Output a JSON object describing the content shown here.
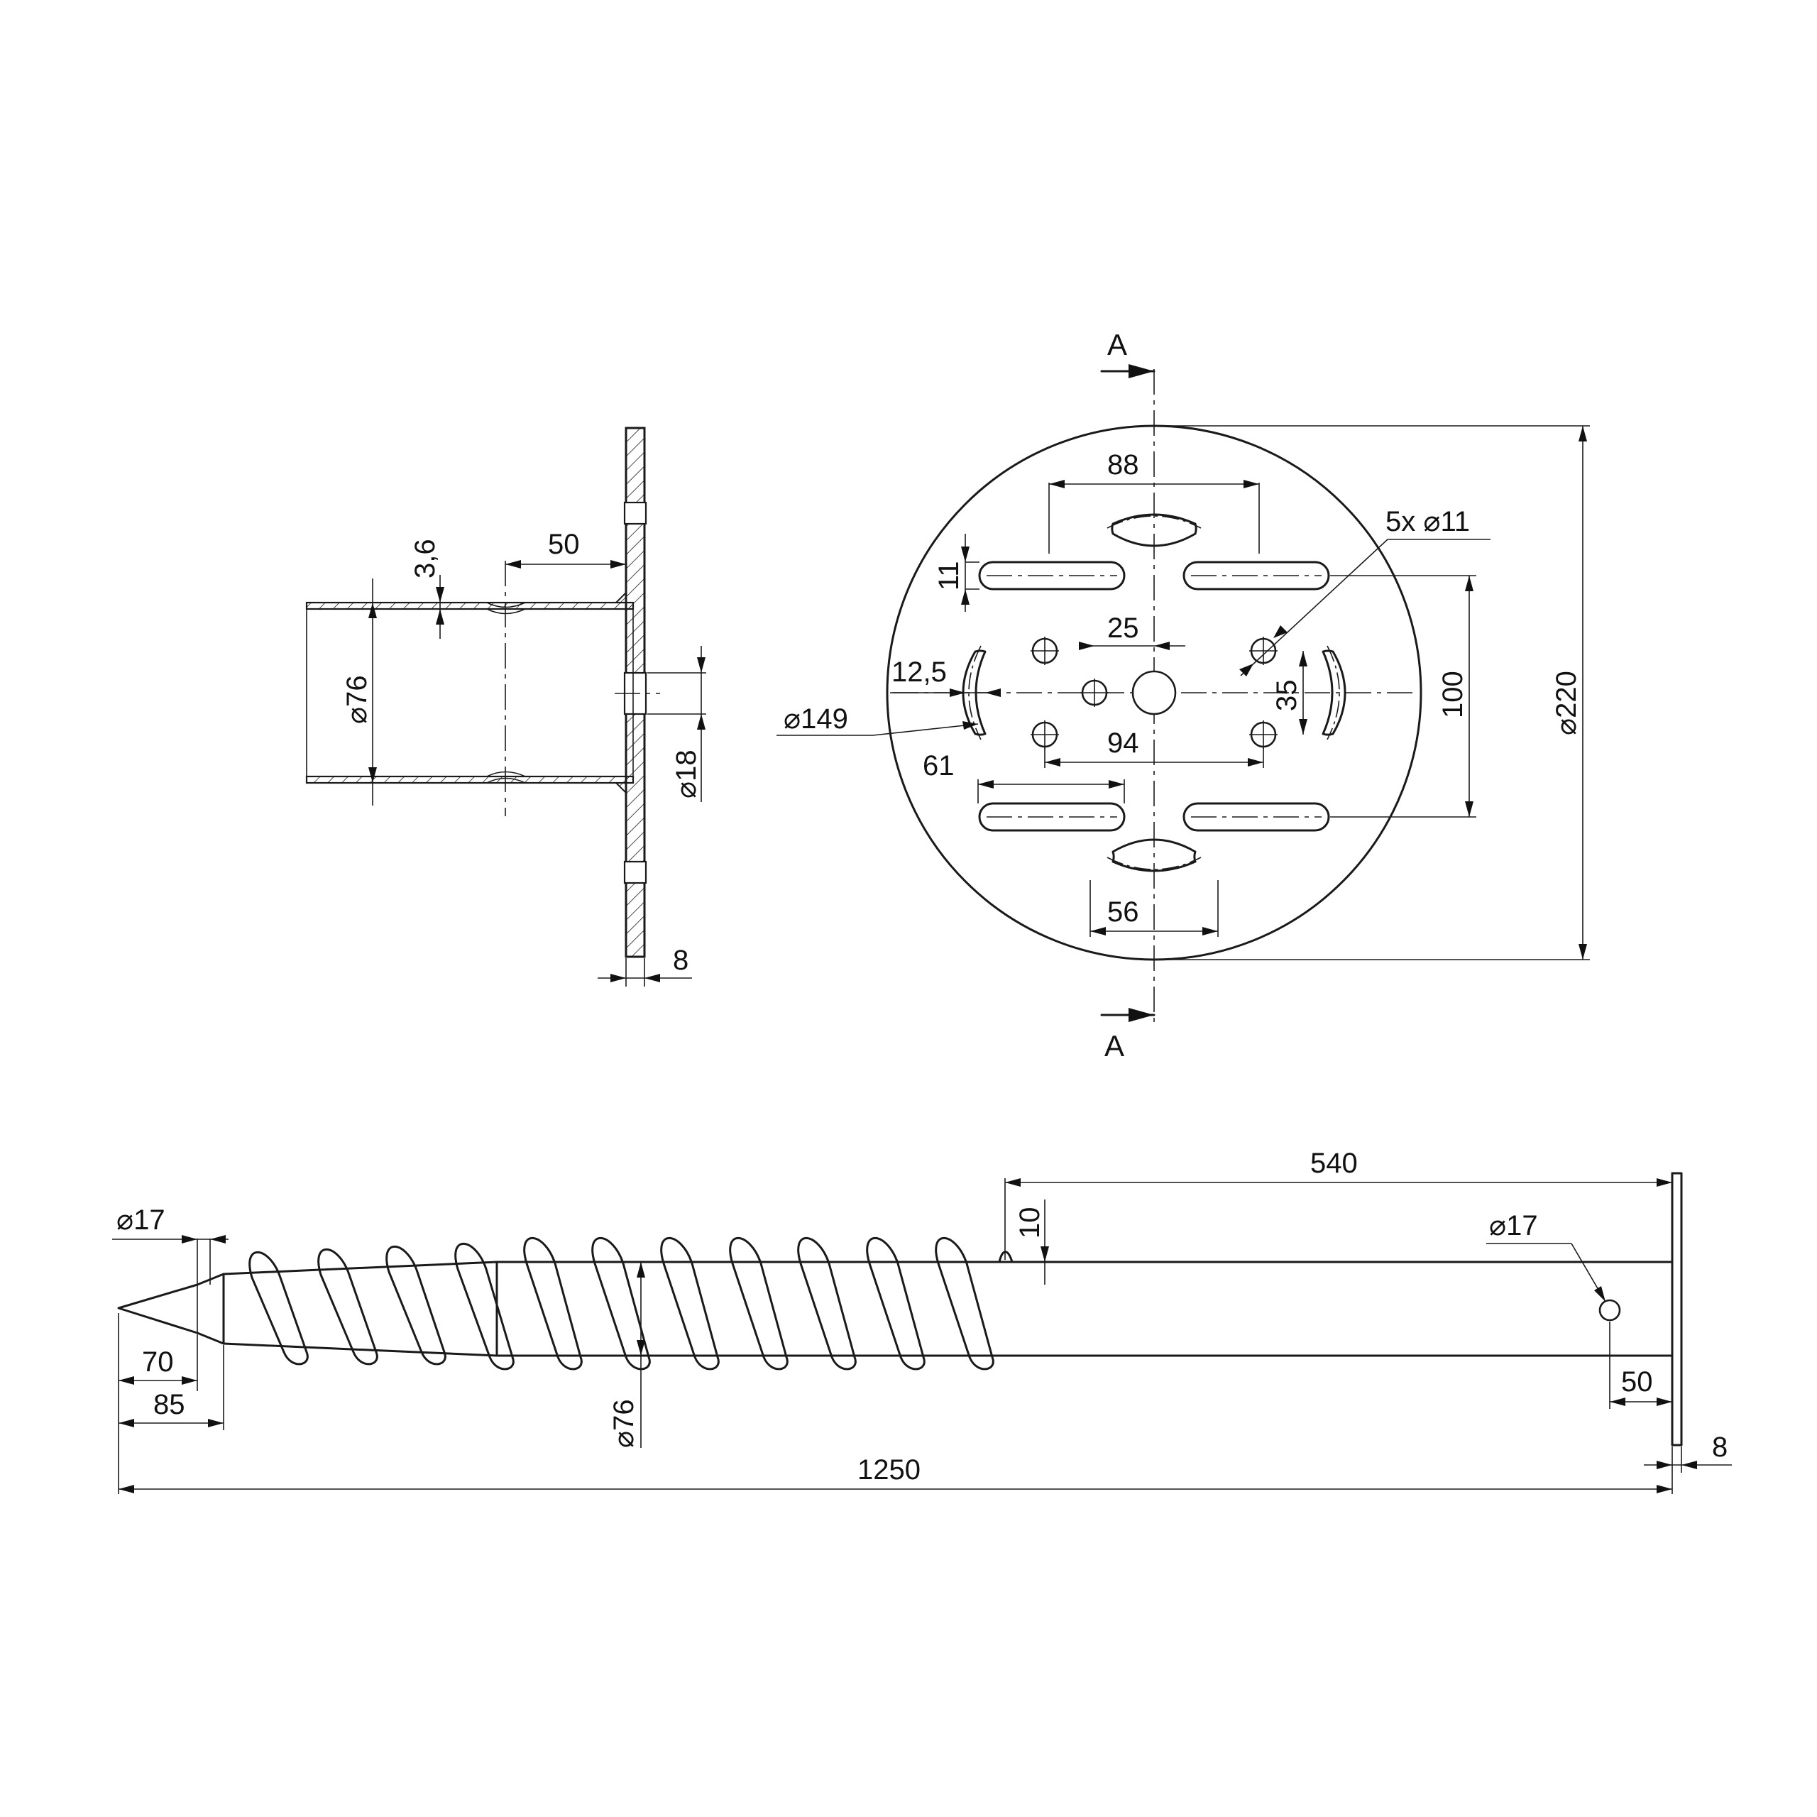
{
  "section_view": {
    "wall_thickness": "3,6",
    "offset": "50",
    "pipe_diameter": "⌀76",
    "hole_diameter": "⌀18",
    "plate_thickness": "8"
  },
  "plate_view": {
    "section_marker_top": "A",
    "section_marker_bottom": "A",
    "slot_span_top": "88",
    "slot_width": "11",
    "hole_callout": "5x ⌀11",
    "hole_offset": "25",
    "slot_offset": "12,5",
    "hole_pitch_horizontal": "94",
    "hole_pitch_vertical": "35",
    "slot_span_right": "100",
    "plate_diameter": "⌀220",
    "bolt_circle": "⌀149",
    "slot_span_left": "61",
    "slot_span_bottom": "56"
  },
  "screw_view": {
    "tip_diameter": "⌀17",
    "tip_length": "70",
    "cone_length": "85",
    "pipe_diameter": "⌀76",
    "thread_gap": "10",
    "smooth_length": "540",
    "cross_hole_diameter": "⌀17",
    "cross_hole_offset": "50",
    "plate_thickness": "8",
    "total_length": "1250"
  }
}
